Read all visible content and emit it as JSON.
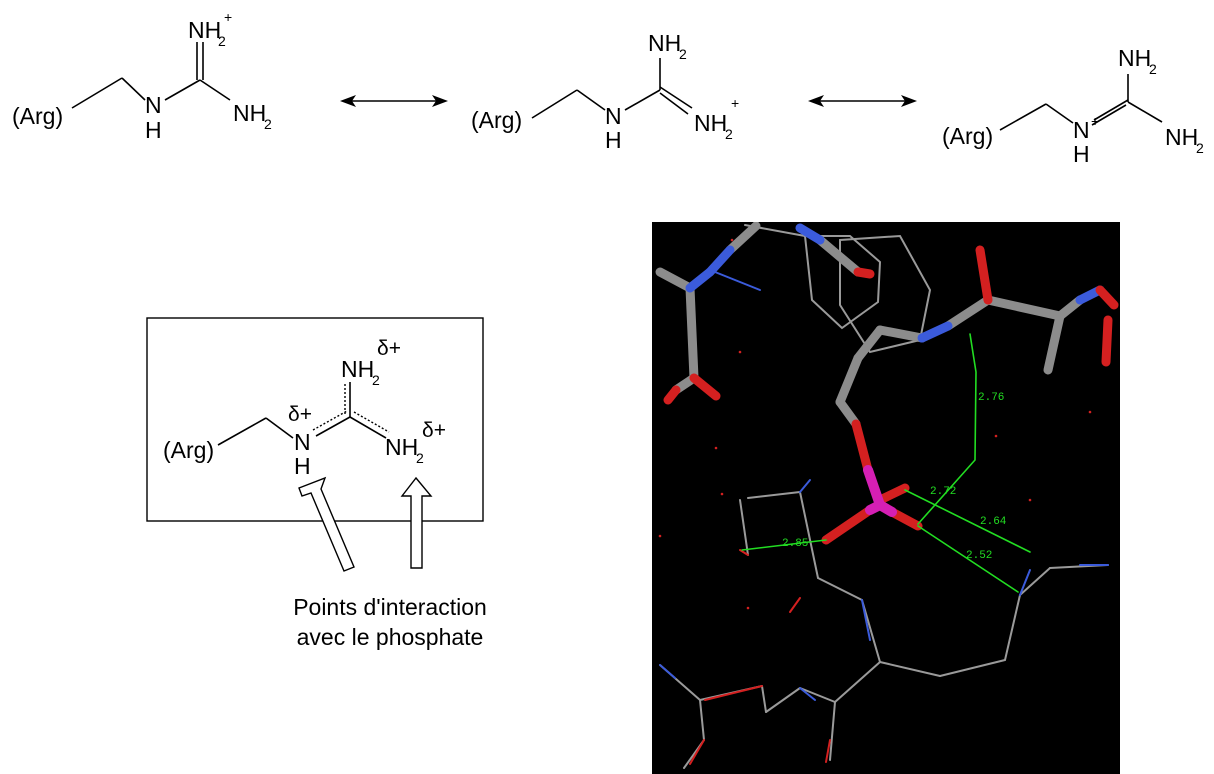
{
  "resonance": {
    "s1": {
      "arg": "(Arg)",
      "n": "N",
      "h": "H",
      "top_nh": "NH",
      "top_sub": "2",
      "top_sup": "+",
      "right_nh": "NH",
      "right_sub": "2"
    },
    "s2": {
      "arg": "(Arg)",
      "n": "N",
      "h": "H",
      "top_nh": "NH",
      "top_sub": "2",
      "right_nh": "NH",
      "right_sub": "2",
      "right_sup": "+"
    },
    "s3": {
      "arg": "(Arg)",
      "n": "N",
      "n_sup": "+",
      "h": "H",
      "top_nh": "NH",
      "top_sub": "2",
      "right_nh": "NH",
      "right_sub": "2"
    }
  },
  "hybrid": {
    "arg": "(Arg)",
    "n": "N",
    "h": "H",
    "top_nh": "NH",
    "top_sub": "2",
    "right_nh": "NH",
    "right_sub": "2",
    "delta": "δ+"
  },
  "caption": {
    "line1": "Points d'interaction",
    "line2": "avec le phosphate"
  },
  "distances": [
    "2.76",
    "2.72",
    "2.64",
    "2.52",
    "2.85"
  ],
  "colors": {
    "bond": "#000000",
    "viewer_bg": "#000000",
    "carbon": "#8c8c8c",
    "nitrogen": "#3b5bdb",
    "oxygen": "#d42020",
    "phosphorus": "#d51fb4",
    "hbond": "#22dd22"
  }
}
